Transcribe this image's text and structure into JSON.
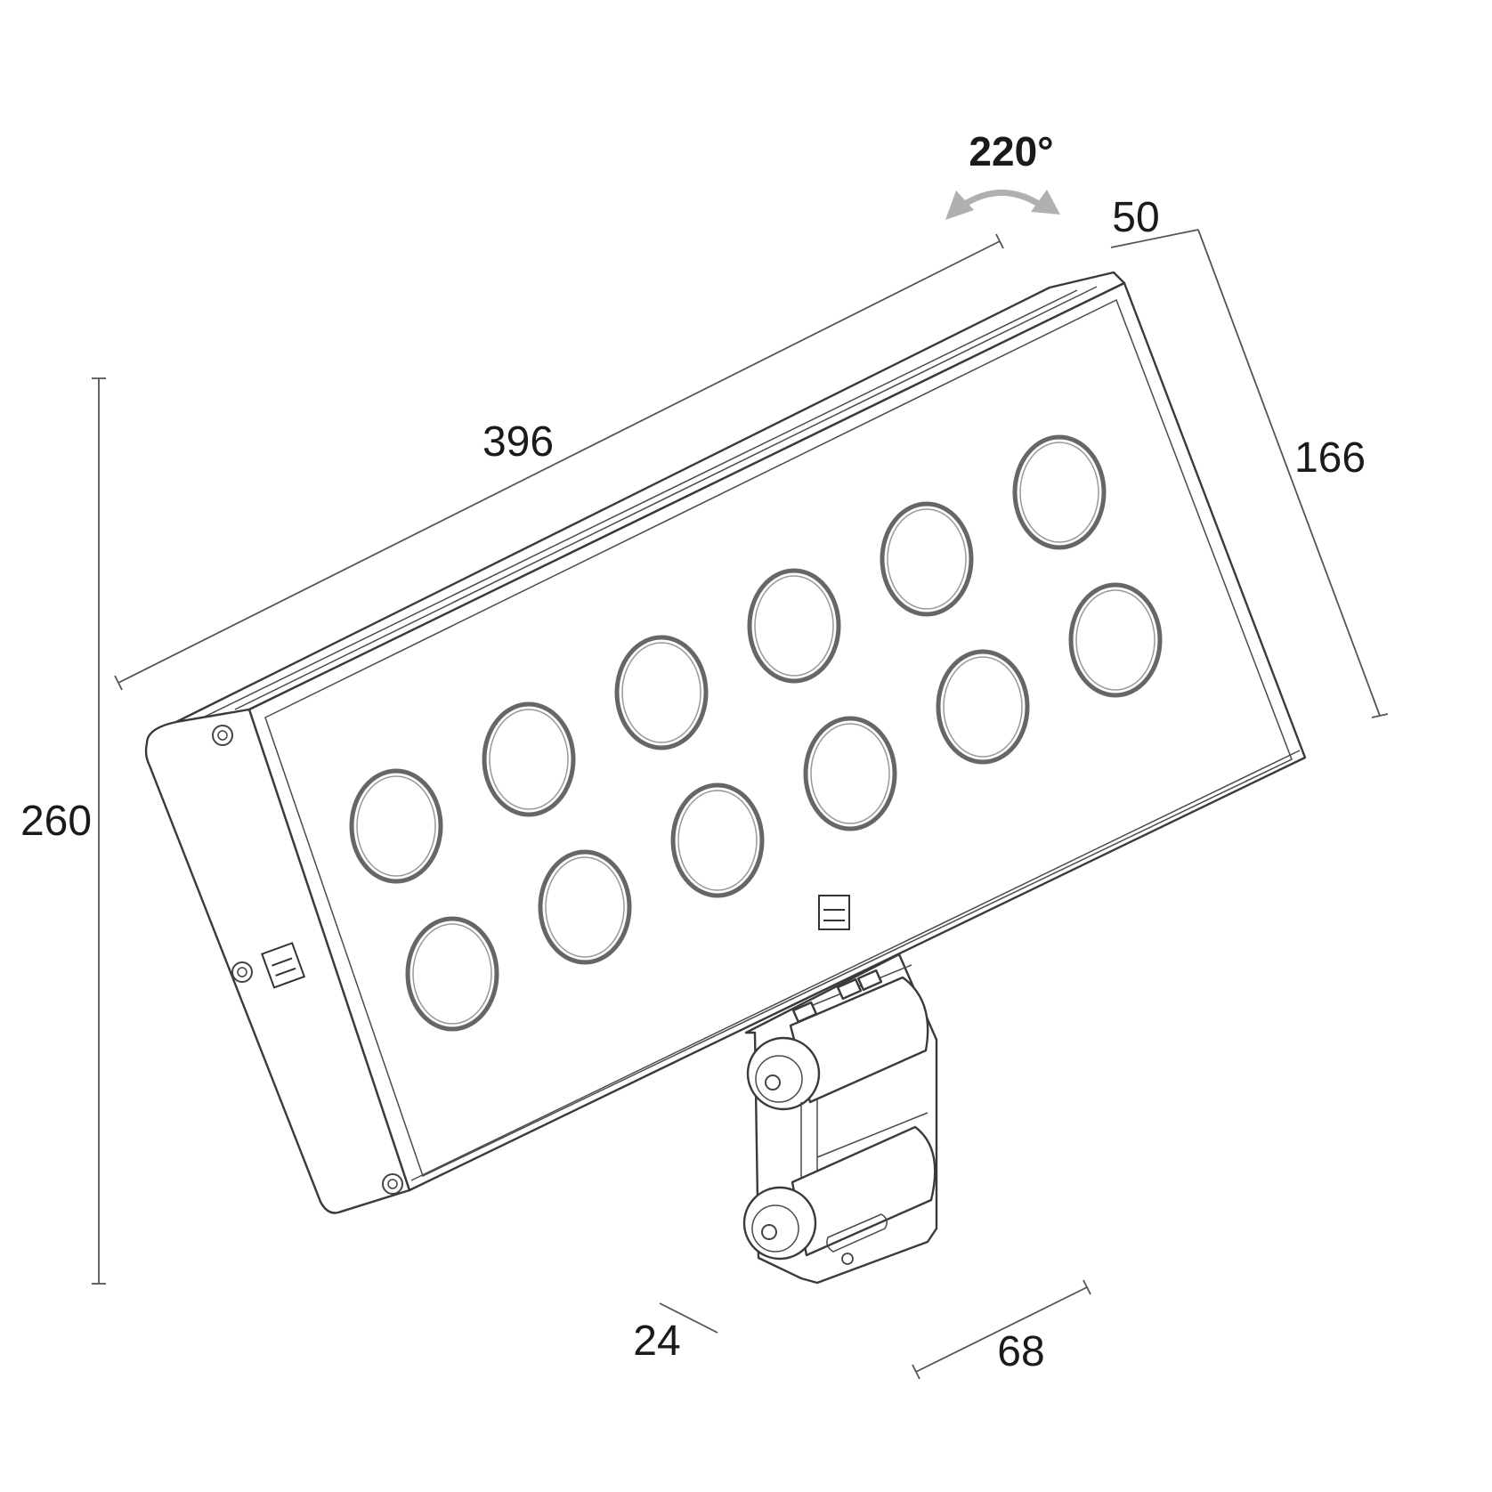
{
  "dimensions": {
    "length": "396",
    "depth": "50",
    "width": "166",
    "height": "260",
    "bracket_offset": "24",
    "bracket_width": "68"
  },
  "rotation": {
    "angle": "220°",
    "arrow_color": "#b0b0b0"
  },
  "fixture": {
    "lens_count": 12,
    "line_color": "#3a3a3a",
    "lens_color": "#666666"
  }
}
